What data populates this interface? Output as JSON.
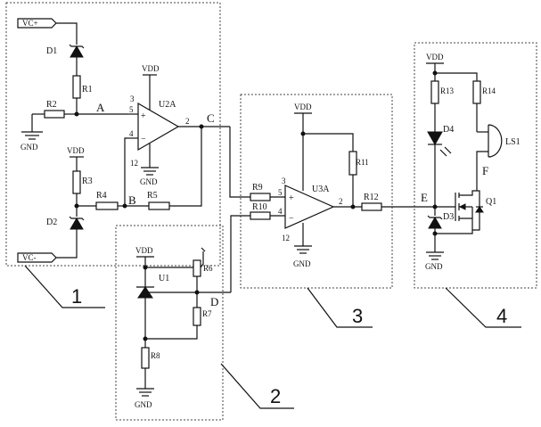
{
  "modules": {
    "m1": {
      "label": "1"
    },
    "m2": {
      "label": "2"
    },
    "m3": {
      "label": "3"
    },
    "m4": {
      "label": "4"
    }
  },
  "nodes": {
    "A": "A",
    "B": "B",
    "C": "C",
    "D": "D",
    "E": "E",
    "F": "F"
  },
  "power": {
    "vdd": "VDD",
    "gnd": "GND",
    "vc_plus": "VC+",
    "vc_minus": "VC-"
  },
  "components": {
    "D1": "D1",
    "D2": "D2",
    "D3": "D3",
    "D4": "D4",
    "R1": "R1",
    "R2": "R2",
    "R3": "R3",
    "R4": "R4",
    "R5": "R5",
    "R6": "R6",
    "R7": "R7",
    "R8": "R8",
    "R9": "R9",
    "R10": "R10",
    "R11": "R11",
    "R12": "R12",
    "R13": "R13",
    "R14": "R14",
    "U1": "U1",
    "U2A": "U2A",
    "U3A": "U3A",
    "LS1": "LS1",
    "Q1": "Q1"
  },
  "pins": {
    "u2_plus": "5",
    "u2_minus": "4",
    "u2_out": "2",
    "u2_vcc": "3",
    "u2_gnd": "12",
    "u3_plus": "5",
    "u3_minus": "4",
    "u3_out": "2",
    "u3_vcc": "3",
    "u3_gnd": "12",
    "plus": "+",
    "minus": "−"
  }
}
